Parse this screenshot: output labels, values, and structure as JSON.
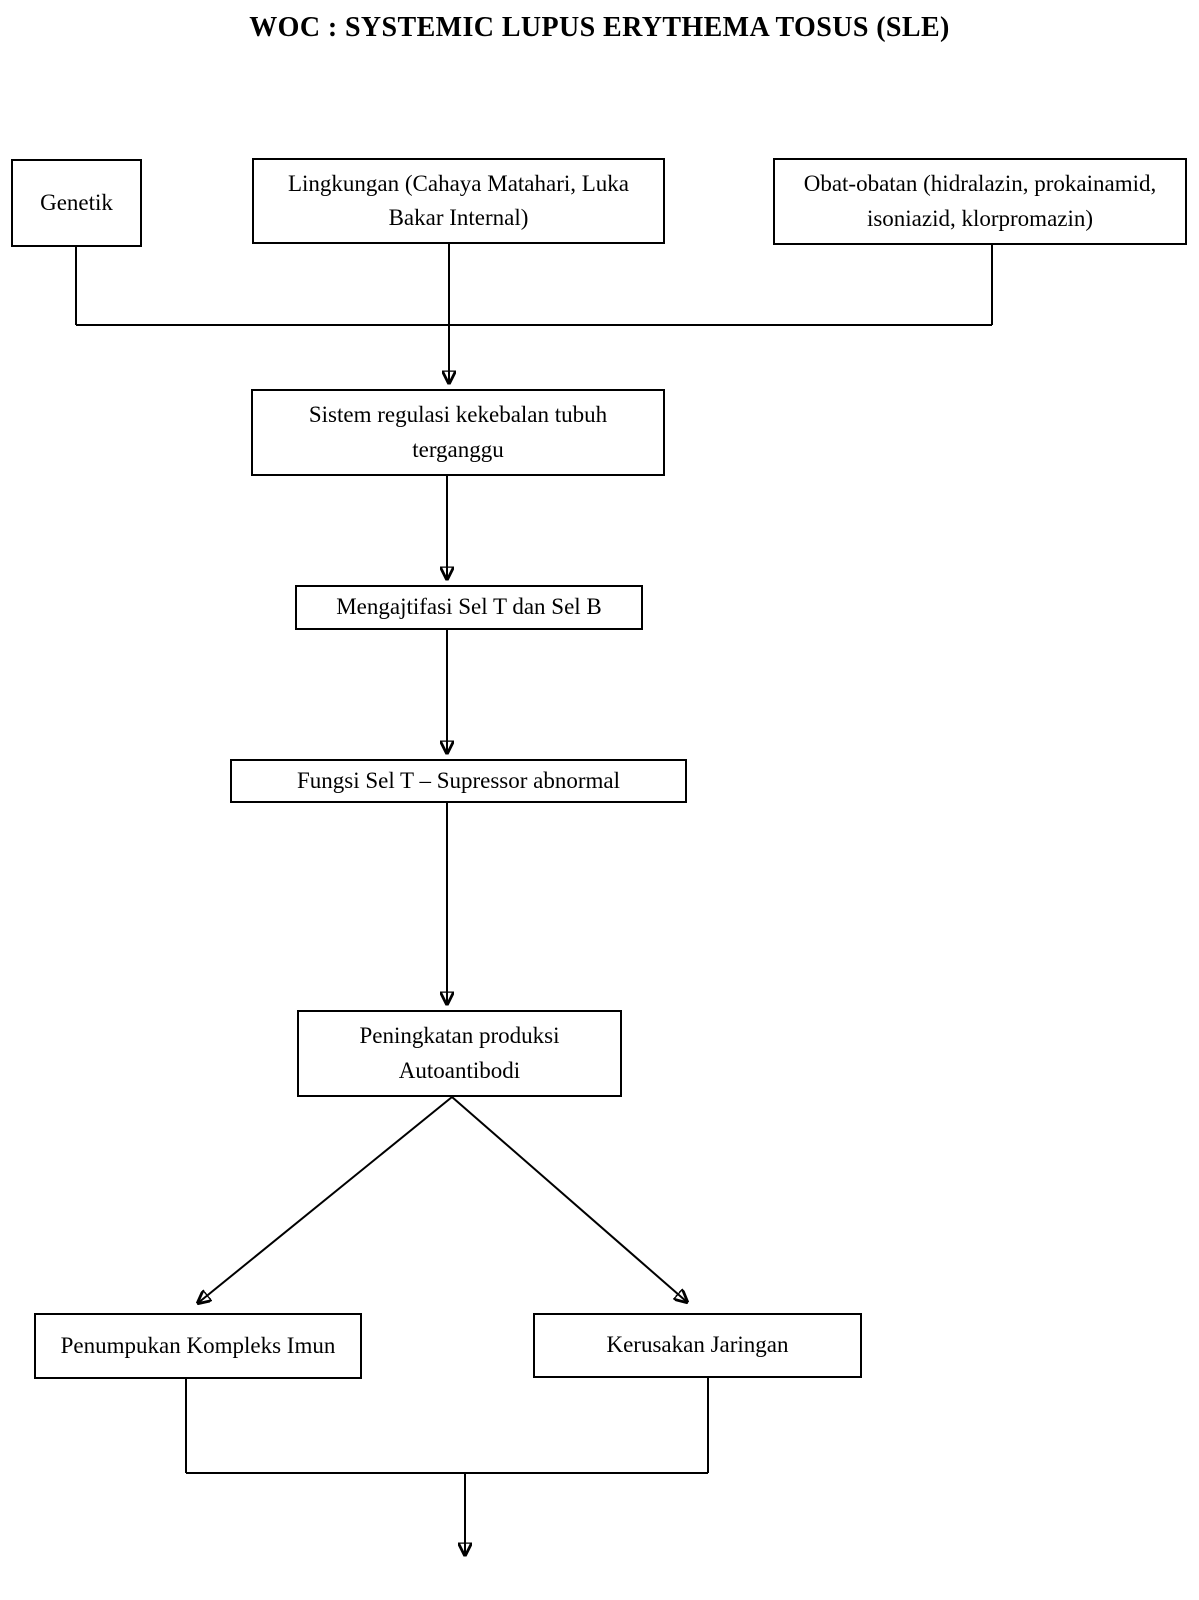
{
  "page": {
    "title": "WOC : SYSTEMIC LUPUS ERYTHEMA TOSUS (SLE)"
  },
  "nodes": {
    "genetik": {
      "label": "Genetik"
    },
    "lingkungan": {
      "label": "Lingkungan (Cahaya Matahari, Luka Bakar Internal)"
    },
    "obat_obatan": {
      "label": "Obat-obatan (hidralazin, prokainamid, isoniazid, klorpromazin)"
    },
    "sistem_regulasi": {
      "label": "Sistem regulasi kekebalan tubuh terganggu"
    },
    "aktivasi_sel": {
      "label": "Mengajtifasi Sel T dan Sel B"
    },
    "fungsi_sel_t": {
      "label": "Fungsi Sel T – Supressor abnormal"
    },
    "peningkatan_autoantibodi": {
      "label": "Peningkatan produksi Autoantibodi"
    },
    "penumpukan_kompleks_imun": {
      "label": "Penumpukan Kompleks Imun"
    },
    "kerusakan_jaringan": {
      "label": "Kerusakan Jaringan"
    }
  },
  "colors": {
    "text": "#000000",
    "box_border": "#000000",
    "connector_line": "#000000",
    "background": "#ffffff"
  }
}
